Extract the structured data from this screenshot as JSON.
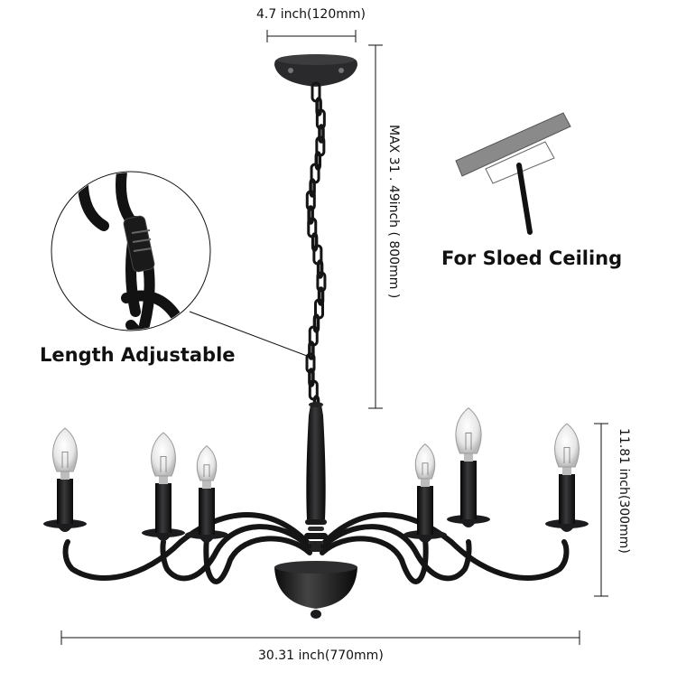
{
  "dimensions": {
    "top_width": "4.7 inch(120mm)",
    "chain_length": "MAX 31 . 49inch ( 800mm )",
    "fixture_height": "11.81 inch(300mm)",
    "total_width": "30.31 inch(770mm)"
  },
  "callouts": {
    "length": "Length Adjustable",
    "slope": "For Sloed Ceiling"
  },
  "colors": {
    "fixture": "#1c1c1e",
    "bulb": "#e9e9ea",
    "ceiling_gray": "#8a8a8a"
  },
  "icons": [
    "chain-detail-icon",
    "sloped-ceiling-icon"
  ]
}
